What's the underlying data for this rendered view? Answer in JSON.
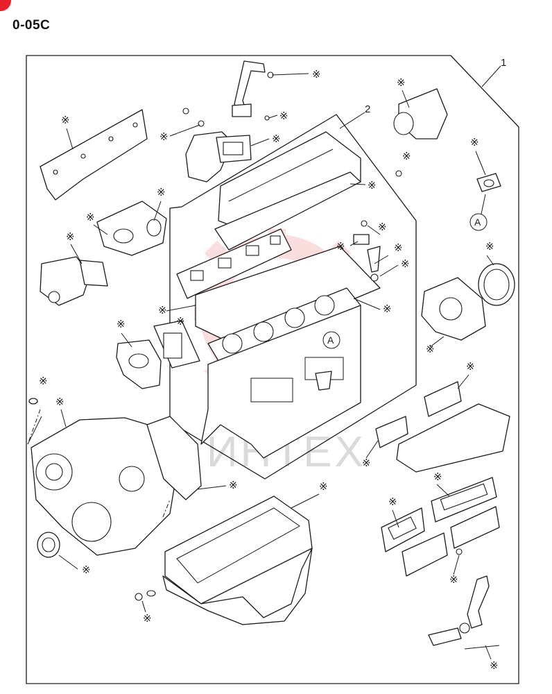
{
  "diagram_code": "0-05C",
  "callouts": {
    "one": "1",
    "two": "2"
  },
  "ref_letter": "A",
  "star_symbol": "※",
  "watermark_text": "ИНТЕХ",
  "colors": {
    "accent": "#e8202a",
    "line": "#1a1a1a",
    "watermark": "#f3b0b0"
  }
}
